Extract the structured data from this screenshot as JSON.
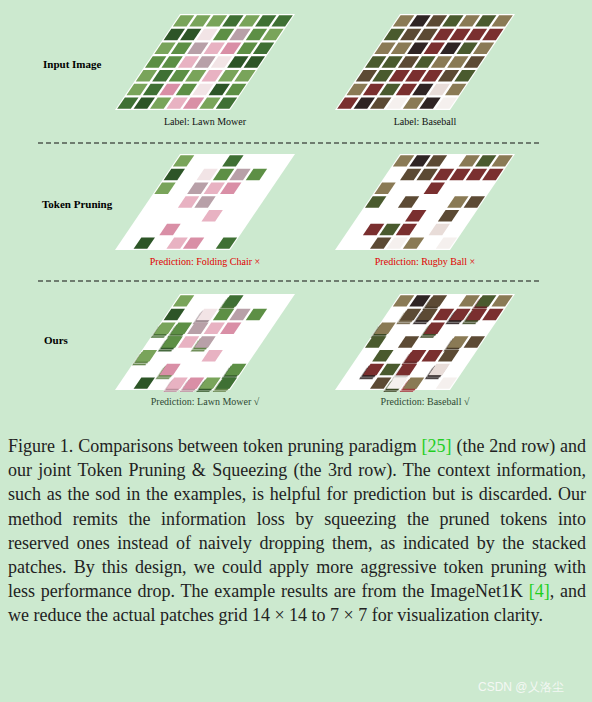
{
  "diagram": {
    "caption": "Figure 1. Comparisons between token pruning paradigm [25] (the 2nd row) and our joint Token Pruning & Squeezing (the 3rd row). The context information, such as the sod in the examples, is helpful for prediction but is discarded. Our method remits the information loss by squeezing the pruned tokens into reserved ones instead of naively dropping them, as indicated by the stacked patches. By this design, we could apply more aggressive token pruning with less performance drop. The example results are from the ImageNet1K [4], and we reduce the actual patches grid 14 × 14 to 7 × 7 for visualization clarity.",
    "nodes": [
      {
        "text": [
          "Label: Lawn Mower"
        ]
      },
      {
        "text": [
          "Label: Baseball"
        ]
      },
      {
        "text": [
          "Prediction: Folding Chair ×"
        ]
      },
      {
        "text": [
          "Prediction: Rugby Ball ×"
        ]
      },
      {
        "text": [
          "Prediction: Lawn Mower √"
        ]
      },
      {
        "text": [
          "Prediction: Baseball √"
        ]
      }
    ],
    "labels": [
      "Input Image",
      "Token Pruning",
      "Ours",
      "CSDN @乂洛尘"
    ]
  }
}
